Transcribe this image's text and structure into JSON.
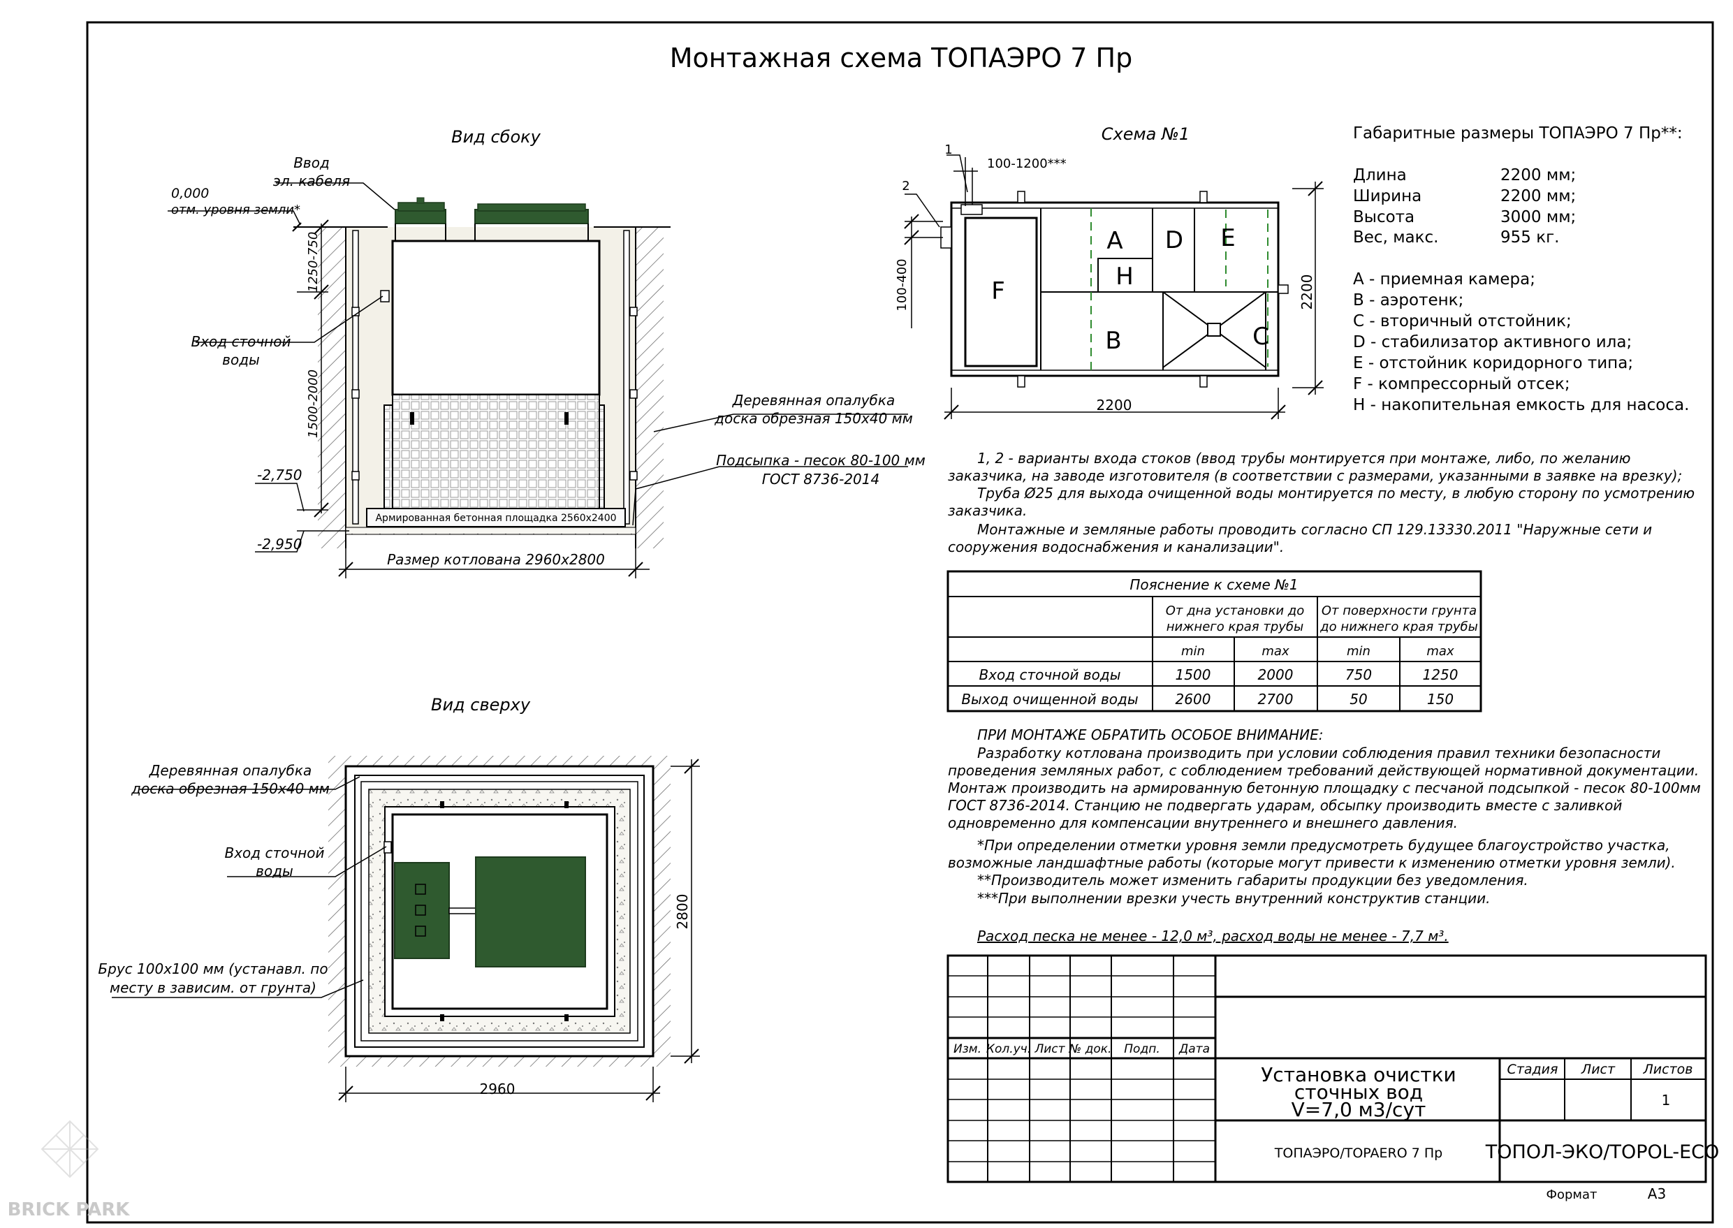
{
  "title": "Монтажная схема ТОПАЭРО 7 Пр",
  "side_view": {
    "heading": "Вид сбоку",
    "cable_entry": [
      "Ввод",
      "эл. кабеля"
    ],
    "ground_level": [
      "0,000",
      "отм. уровня земли*"
    ],
    "dim_top": "1250-750",
    "dim_mid": "1500-2000",
    "level_1": "-2,750",
    "level_2": "-2,950",
    "inlet": [
      "Вход сточной",
      "воды"
    ],
    "formwork": [
      "Деревянная опалубка",
      "доска обрезная 150х40 мм"
    ],
    "bedding": [
      "Подсыпка - песок 80-100 мм",
      "ГОСТ 8736-2014"
    ],
    "slab": "Армированная бетонная площадка 2560х2400",
    "pit_size": "Размер котлована 2960х2800"
  },
  "top_view": {
    "heading": "Вид сверху",
    "formwork": [
      "Деревянная опалубка",
      "доска обрезная 150х40 мм"
    ],
    "inlet": [
      "Вход сточной",
      "воды"
    ],
    "beam": [
      "Брус 100х100 мм (устанавл. по",
      "месту в зависим. от грунта)"
    ],
    "dim_w": "2960",
    "dim_h": "2800"
  },
  "scheme": {
    "heading": "Схема №1",
    "label_1": "1",
    "label_2": "2",
    "dim_offset": "100-1200***",
    "dim_side": "100-400",
    "dim_w": "2200",
    "dim_h": "2200",
    "chambers": {
      "A": "A",
      "B": "B",
      "C": "C",
      "D": "D",
      "E": "E",
      "F": "F",
      "H": "H"
    }
  },
  "dimensions": {
    "heading": "Габаритные размеры ТОПАЭРО 7 Пр**:",
    "rows": [
      {
        "label": "Длина",
        "value": "2200 мм;"
      },
      {
        "label": "Ширина",
        "value": "2200 мм;"
      },
      {
        "label": "Высота",
        "value": "3000 мм;"
      },
      {
        "label": "Вес, макс.",
        "value": "955 кг."
      }
    ],
    "legend": [
      "А - приемная камера;",
      "В - аэротенк;",
      "С - вторичный отстойник;",
      "D - стабилизатор активного ила;",
      "Е - отстойник коридорного типа;",
      "F - компрессорный отсек;",
      "Н - накопительная емкость для насоса."
    ]
  },
  "notes": {
    "p1": "1, 2 - варианты входа  стоков (ввод трубы монтируется при монтаже, либо, по желанию заказчика, на заводе изготовителя (в соответствии с размерами, указанными в заявке на врезку);",
    "p2": "Труба Ø25 для выхода очищенной воды монтируется по месту, в любую сторону по усмотрению заказчика.",
    "p3": "Монтажные и земляные работы проводить согласно СП 129.13330.2011 \"Наружные сети и сооружения водоснабжения и канализации\".",
    "attention_title": "ПРИ МОНТАЖЕ ОБРАТИТЬ ОСОБОЕ ВНИМАНИЕ:",
    "attention_text": "Разработку котлована производить при условии соблюдения правил техники безопасности проведения земляных работ, с соблюдением требований действующей нормативной документации.  Монтаж производить на армированную бетонную площадку с песчаной подсыпкой - песок 80-100мм ГОСТ 8736-2014. Станцию не подвергать ударам, обсыпку производить вместе с заливкой одновременно для компенсации внутреннего и внешнего давления.",
    "fn1": "*При определении отметки уровня земли предусмотреть будущее благоустройство участка, возможные ландшафтные работы (которые могут привести к изменению отметки уровня земли).",
    "fn2": "**Производитель может изменить габариты продукции без уведомления.",
    "fn3": "***При выполнении врезки учесть внутренний конструктив станции.",
    "consumption": "Расход песка не менее - 12,0 м³, расход воды не менее - 7,7 м³."
  },
  "table": {
    "caption": "Пояснение к схеме №1",
    "group_1": [
      "От дна установки до",
      "нижнего края трубы"
    ],
    "group_2": [
      "От поверхности грунта",
      "до нижнего края трубы"
    ],
    "sub": [
      "min",
      "max",
      "min",
      "max"
    ],
    "rows": [
      {
        "label": "Вход сточной воды",
        "values": [
          "1500",
          "2000",
          "750",
          "1250"
        ]
      },
      {
        "label": "Выход очищенной воды",
        "values": [
          "2600",
          "2700",
          "50",
          "150"
        ]
      }
    ]
  },
  "stamp": {
    "cols": [
      "Изм.",
      "Кол.уч.",
      "Лист",
      "№ док.",
      "Подп.",
      "Дата"
    ],
    "product": [
      "Установка очистки",
      "сточных вод",
      "V=7,0 м3/сут"
    ],
    "stage": "Стадия",
    "sheet": "Лист",
    "sheets": "Листов",
    "sheets_value": "1",
    "model": "ТОПАЭРО/TOPAERO 7 Пр",
    "company": "ТОПОЛ-ЭКО/TOPOL-ECO",
    "format_label": "Формат",
    "format_value": "А3"
  },
  "watermark": "BRICK PARK",
  "colors": {
    "tank_lid": "#2f5a2f",
    "tank_lid_stroke": "#1d3b1d",
    "partition": "#2e8b2e",
    "soil": "#f3f1e8"
  }
}
